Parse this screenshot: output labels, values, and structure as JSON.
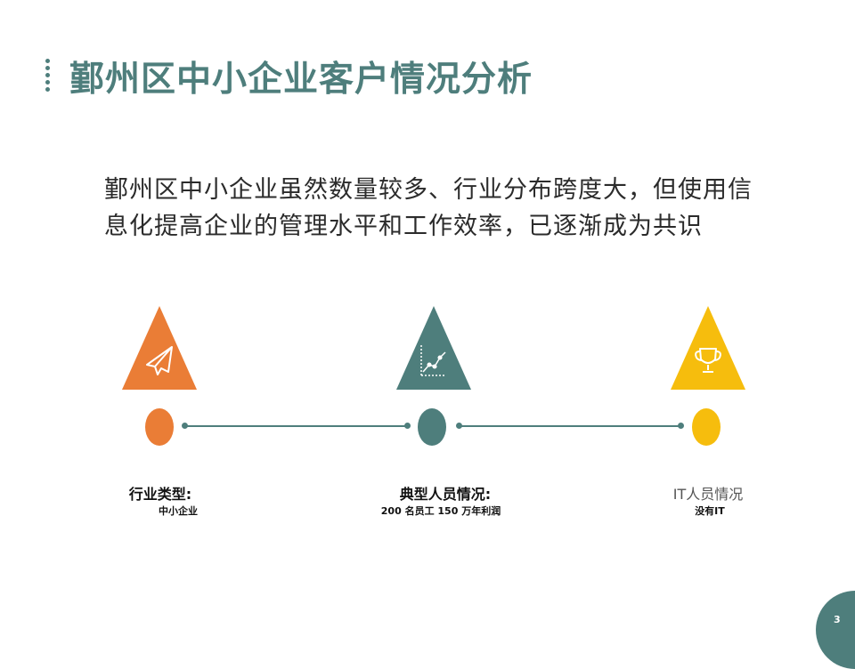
{
  "slide": {
    "title": "鄞州区中小企业客户情况分析",
    "body": "鄞州区中小企业虽然数量较多、行业分布跨度大，但使用信息化提高企业的管理水平和工作效率，已逐渐成为共识",
    "page_number": "3"
  },
  "items": [
    {
      "title": "行业类型:",
      "detail": "中小企业",
      "color": "#ea7d36",
      "icon": "paper-plane-icon"
    },
    {
      "title": "典型人员情况:",
      "detail": "200 名员工 150 万年利润",
      "color": "#4e7e7c",
      "icon": "growth-chart-icon"
    },
    {
      "title": "IT人员情况",
      "detail": "没有IT",
      "color": "#f6bd0d",
      "icon": "trophy-icon"
    }
  ],
  "colors": {
    "accent": "#4e7e7c",
    "orange": "#ea7d36",
    "yellow": "#f6bd0d"
  }
}
